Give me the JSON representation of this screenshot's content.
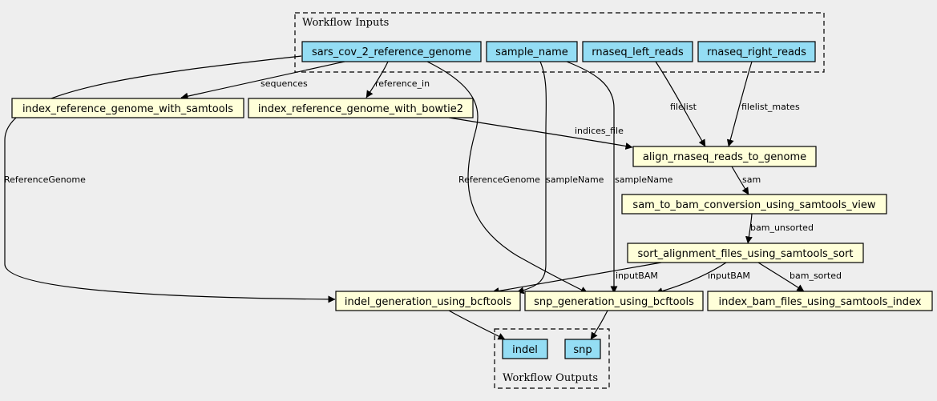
{
  "clusters": {
    "inputs": {
      "label": "Workflow Inputs"
    },
    "outputs": {
      "label": "Workflow Outputs"
    }
  },
  "nodes": {
    "sars_ref": "sars_cov_2_reference_genome",
    "sample_name": "sample_name",
    "left_reads": "rnaseq_left_reads",
    "right_reads": "rnaseq_right_reads",
    "index_samtools": "index_reference_genome_with_samtools",
    "index_bowtie2": "index_reference_genome_with_bowtie2",
    "align": "align_rnaseq_reads_to_genome",
    "sam_to_bam": "sam_to_bam_conversion_using_samtools_view",
    "sort": "sort_alignment_files_using_samtools_sort",
    "indel_gen": "indel_generation_using_bcftools",
    "snp_gen": "snp_generation_using_bcftools",
    "index_bam": "index_bam_files_using_samtools_index",
    "out_indel": "indel",
    "out_snp": "snp"
  },
  "edge_labels": {
    "sequences": "sequences",
    "reference_in": "reference_in",
    "filelist": "filelist",
    "filelist_mates": "filelist_mates",
    "indices_file": "indices_file",
    "sam": "sam",
    "bam_unsorted": "bam_unsorted",
    "ref_genome_indel": "ReferenceGenome",
    "ref_genome_snp": "ReferenceGenome",
    "sample_name_indel": "sampleName",
    "sample_name_snp": "sampleName",
    "input_bam_indel": "inputBAM",
    "input_bam_snp": "inputBAM",
    "bam_sorted": "bam_sorted"
  }
}
